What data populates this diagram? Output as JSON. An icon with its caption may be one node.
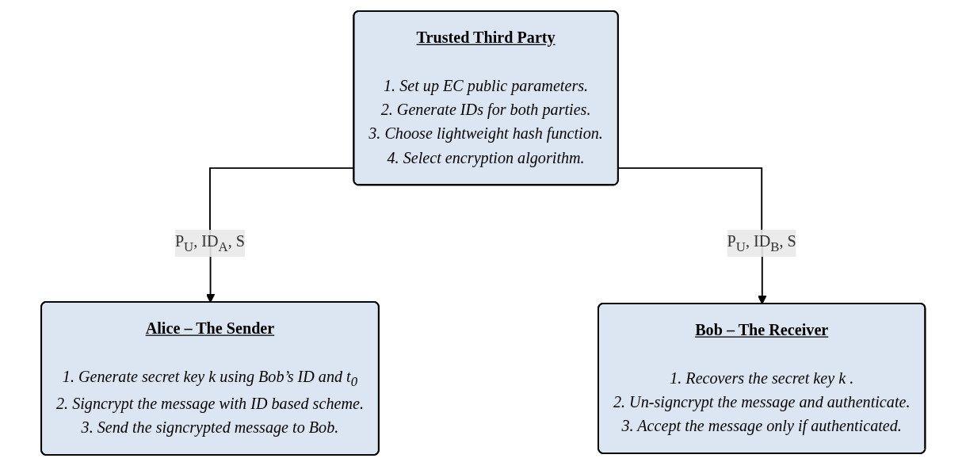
{
  "diagram": {
    "nodes": [
      {
        "text": [
          "Trusted Third Party",
          "1. Set up EC public parameters.",
          "2. Generate IDs for both parties.",
          "3. Choose lightweight hash function.",
          "4. Select encryption algorithm."
        ]
      },
      {
        "text": [
          "Alice – The Sender",
          "1. Generate secret key k using Bob’s ID and t$_{0}$",
          "2. Signcrypt the message with ID based scheme.",
          "3. Send the signcrypted message to Bob."
        ]
      },
      {
        "text": [
          "Bob – The Receiver",
          "1. Recovers the secret key k .",
          "2. Un-signcrypt the message and authenticate.",
          "3. Accept the message only if authenticated."
        ]
      }
    ],
    "edges": [
      {
        "from": 0,
        "to": 1,
        "arrow": "to",
        "label": "P$_{U}$, ID$_{A}$, S"
      },
      {
        "from": 0,
        "to": 2,
        "arrow": "to",
        "label": "P$_{U}$, ID$_{B}$, S"
      }
    ]
  }
}
